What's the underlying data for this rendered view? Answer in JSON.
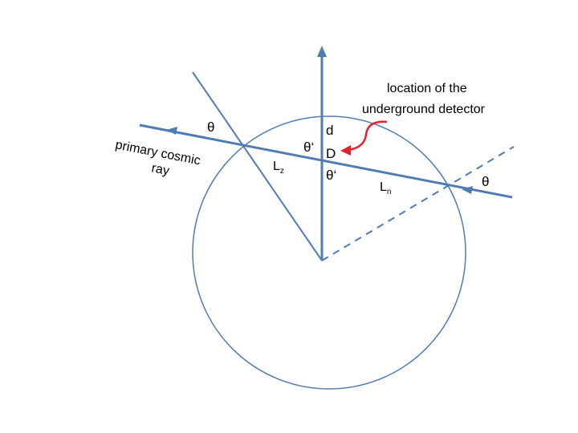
{
  "diagram": {
    "labels": {
      "detector_caption_line1": "location of the",
      "detector_caption_line2": "underground detector",
      "primary_line1": "primary cosmic",
      "primary_line2": "ray",
      "d": "d",
      "D": "D",
      "theta_left": "θ",
      "theta_prime_upper": "θ‘",
      "theta_prime_lower": "θ‘",
      "theta_right": "θ",
      "L": "L",
      "z_sub": "z",
      "n_sub": "n"
    },
    "colors": {
      "line": "#4f7cb3",
      "pointer": "#e8222a",
      "text": "#000000"
    }
  }
}
